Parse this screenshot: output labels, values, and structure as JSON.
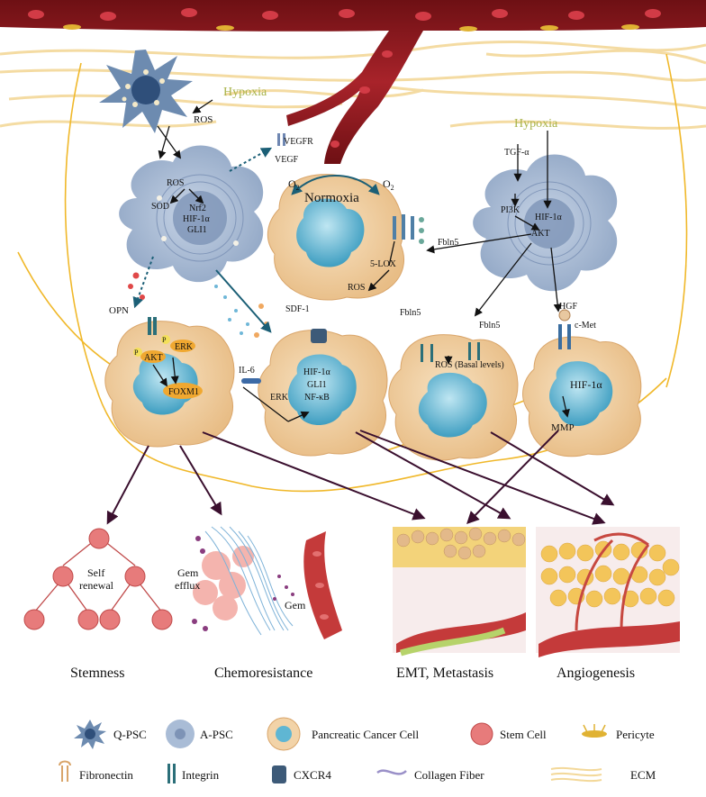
{
  "labels": {
    "hypoxia_left": "Hypoxia",
    "hypoxia_right": "Hypoxia",
    "ros_top": "ROS",
    "vegfr": "VEGFR",
    "vegf": "VEGF",
    "o2_left": "O",
    "o2_right": "O",
    "o2_sub": "2",
    "normoxia": "Normoxia",
    "tgf": "TGF-α",
    "pi3k": "PI3K",
    "hif_apsc_right": "HIF-1α",
    "akt_apsc_right": "AKT",
    "ros_apsc_left": "ROS",
    "sod": "SOD",
    "nrf2": "Nrf2",
    "hif_apsc_left": "HIF-1α",
    "gli1_apsc_left": "GLI1",
    "fbln5_normoxia": "Fbln5",
    "lox5": "5-LOX",
    "ros_normoxia": "ROS",
    "opn": "OPN",
    "p1": "P",
    "p2": "P",
    "erk_cell1": "ERK",
    "akt_cell1": "AKT",
    "foxm1": "FOXM1",
    "sdf1": "SDF-1",
    "il6": "IL-6",
    "hif_cell2": "HIF-1α",
    "gli1_cell2": "GLI1",
    "nfkb": "NF-κB",
    "erk_cell2": "ERK",
    "fbln5_left": "Fbln5",
    "fbln5_right": "Fbln5",
    "ros_basal": "ROS (Basal levels)",
    "hgf": "HGF",
    "cmet": "c-Met",
    "hif_cell4": "HIF-1α",
    "mmp": "MMP",
    "self_renewal_1": "Self",
    "self_renewal_2": "renewal",
    "gem_efflux_1": "Gem",
    "gem_efflux_2": "efflux",
    "gem": "Gem"
  },
  "outcomes": [
    "Stemness",
    "Chemoresistance",
    "EMT, Metastasis",
    "Angiogenesis"
  ],
  "legend": [
    {
      "label": "Q-PSC",
      "icon": "q-psc-icon"
    },
    {
      "label": "A-PSC",
      "icon": "a-psc-icon"
    },
    {
      "label": "Pancreatic Cancer Cell",
      "icon": "cancer-cell-icon"
    },
    {
      "label": "Stem Cell",
      "icon": "stem-cell-icon"
    },
    {
      "label": "Pericyte",
      "icon": "pericyte-icon"
    },
    {
      "label": "Fibronectin",
      "icon": "fibronectin-icon"
    },
    {
      "label": "Integrin",
      "icon": "integrin-icon"
    },
    {
      "label": "CXCR4",
      "icon": "cxcr4-icon"
    },
    {
      "label": "Collagen Fiber",
      "icon": "collagen-fiber-icon"
    },
    {
      "label": "ECM",
      "icon": "ecm-icon"
    }
  ],
  "colors": {
    "vessel": "#9b1b1f",
    "rbc": "#c8303a",
    "psc": "#a9bcd6",
    "cell": "#f2d3a8",
    "nucleus": "#5fb6d3",
    "ecm": "#f3d899",
    "boundary": "#f0b82a",
    "arrow": "#3a0f2e",
    "hypoxia": "#a8b34a",
    "stem": "#e26a6a"
  }
}
